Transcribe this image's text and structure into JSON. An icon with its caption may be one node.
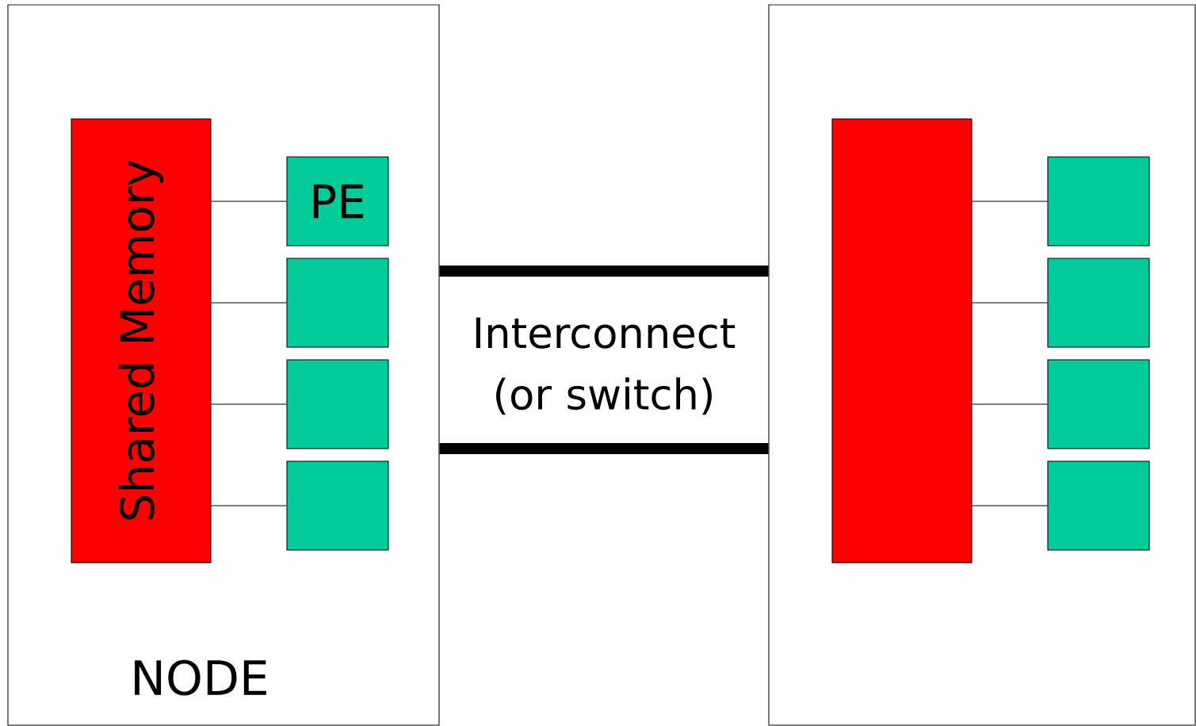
{
  "diagram": {
    "nodes": [
      {
        "text": [
          "NODE"
        ]
      },
      {
        "text": [
          "Shared Memory"
        ],
        "in": 0
      },
      {
        "text": [
          "PE"
        ],
        "in": 0
      },
      {
        "text": [],
        "shape": "box",
        "in": 0
      },
      {
        "text": [],
        "shape": "box",
        "in": 0
      },
      {
        "text": [],
        "shape": "box",
        "in": 0
      },
      {
        "text": [],
        "shape": "box"
      },
      {
        "text": [],
        "shape": "box",
        "in": 6
      },
      {
        "text": [],
        "shape": "box",
        "in": 6
      },
      {
        "text": [],
        "shape": "box",
        "in": 6
      },
      {
        "text": [],
        "shape": "box",
        "in": 6
      },
      {
        "text": [],
        "shape": "box",
        "in": 6
      }
    ],
    "edges": [
      {
        "from": 1,
        "to": 2,
        "arrow": "none"
      },
      {
        "from": 1,
        "to": 3,
        "arrow": "none"
      },
      {
        "from": 1,
        "to": 4,
        "arrow": "none"
      },
      {
        "from": 1,
        "to": 5,
        "arrow": "none"
      },
      {
        "from": 7,
        "to": 8,
        "arrow": "none"
      },
      {
        "from": 7,
        "to": 9,
        "arrow": "none"
      },
      {
        "from": 7,
        "to": 10,
        "arrow": "none"
      },
      {
        "from": 7,
        "to": 11,
        "arrow": "none"
      },
      {
        "from": 0,
        "to": 6,
        "arrow": "none",
        "style": "thick"
      },
      {
        "from": 0,
        "to": 6,
        "arrow": "none",
        "style": "thick"
      }
    ],
    "labels": [
      "Interconnect (or switch)"
    ]
  }
}
